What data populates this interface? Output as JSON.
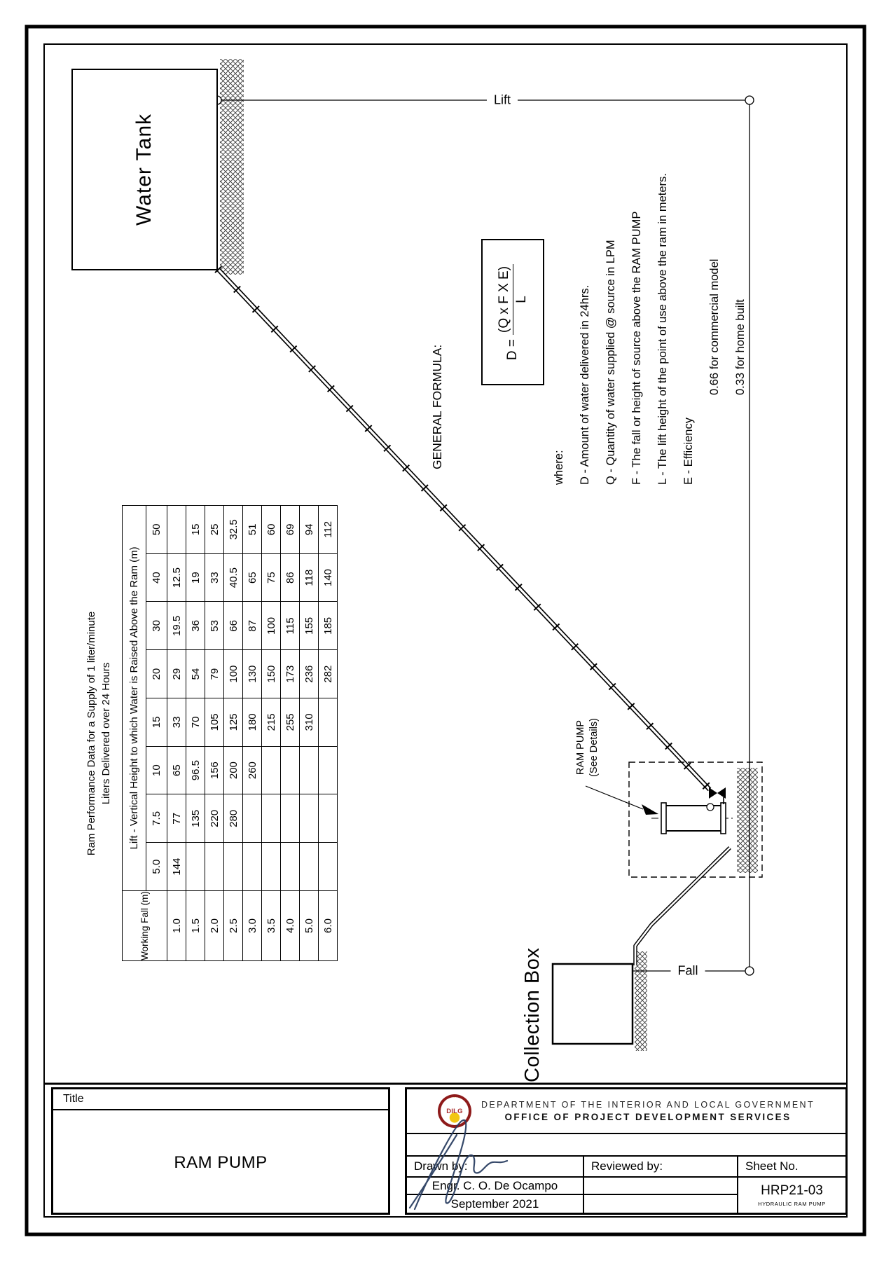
{
  "diagram": {
    "water_tank_label": "Water Tank",
    "collection_box_label": "Collection Box",
    "lift_label": "Lift",
    "fall_label": "Fall",
    "ram_pump_label_line1": "RAM PUMP",
    "ram_pump_label_line2": "(See Details)"
  },
  "formula": {
    "heading": "GENERAL FORMULA:",
    "lhs": "D =",
    "numerator": "(Q x F X E)",
    "denominator": "L"
  },
  "where_block": {
    "lines": [
      {
        "text": "where:",
        "indent": false
      },
      {
        "text": "D - Amount of water delivered in 24hrs.",
        "indent": false
      },
      {
        "text": "Q - Quantity of water supplied @ source in LPM",
        "indent": false
      },
      {
        "text": "F - The fall or height of source above the RAM PUMP",
        "indent": false
      },
      {
        "text": "L - The lift height of the point of use above the ram in meters.",
        "indent": false
      },
      {
        "text": "E - Efficiency",
        "indent": false
      },
      {
        "text": "0.66 for commercial model",
        "indent": true
      },
      {
        "text": "0.33 for home built",
        "indent": true
      }
    ]
  },
  "table": {
    "title_line1": "Ram Performance Data for a Supply of 1 liter/minute",
    "title_line2": "Liters Delivered over 24 Hours",
    "corner_header": "Working Fall (m)",
    "lift_header": "Lift - Vertical Height to which Water is Raised Above the Ram (m)",
    "lift_values": [
      "5.0",
      "7.5",
      "10",
      "15",
      "20",
      "30",
      "40",
      "50"
    ],
    "rows": [
      {
        "fall": "1.0",
        "values": [
          "144",
          "77",
          "65",
          "33",
          "29",
          "19.5",
          "12.5",
          ""
        ]
      },
      {
        "fall": "1.5",
        "values": [
          "",
          "135",
          "96.5",
          "70",
          "54",
          "36",
          "19",
          "15"
        ]
      },
      {
        "fall": "2.0",
        "values": [
          "",
          "220",
          "156",
          "105",
          "79",
          "53",
          "33",
          "25"
        ]
      },
      {
        "fall": "2.5",
        "values": [
          "",
          "280",
          "200",
          "125",
          "100",
          "66",
          "40.5",
          "32.5"
        ]
      },
      {
        "fall": "3.0",
        "values": [
          "",
          "",
          "260",
          "180",
          "130",
          "87",
          "65",
          "51"
        ]
      },
      {
        "fall": "3.5",
        "values": [
          "",
          "",
          "",
          "215",
          "150",
          "100",
          "75",
          "60"
        ]
      },
      {
        "fall": "4.0",
        "values": [
          "",
          "",
          "",
          "255",
          "173",
          "115",
          "86",
          "69"
        ]
      },
      {
        "fall": "5.0",
        "values": [
          "",
          "",
          "",
          "310",
          "236",
          "155",
          "118",
          "94"
        ]
      },
      {
        "fall": "6.0",
        "values": [
          "",
          "",
          "",
          "",
          "282",
          "185",
          "140",
          "112"
        ]
      }
    ]
  },
  "title_block": {
    "title_label": "Title",
    "title_value": "RAM PUMP",
    "logo_text": "DILG",
    "agency_line1": "DEPARTMENT OF THE INTERIOR AND LOCAL GOVERNMENT",
    "agency_line2": "OFFICE OF PROJECT DEVELOPMENT SERVICES",
    "drawn_by_label": "Drawn by:",
    "drawn_by_name": "Engr. C. O. De Ocampo",
    "drawn_by_date": "September 2021",
    "reviewed_by_label": "Reviewed by:",
    "sheet_no_label": "Sheet No.",
    "sheet_no_value": "HRP21-03",
    "sheet_no_sub": "HYDRAULIC RAM PUMP"
  }
}
